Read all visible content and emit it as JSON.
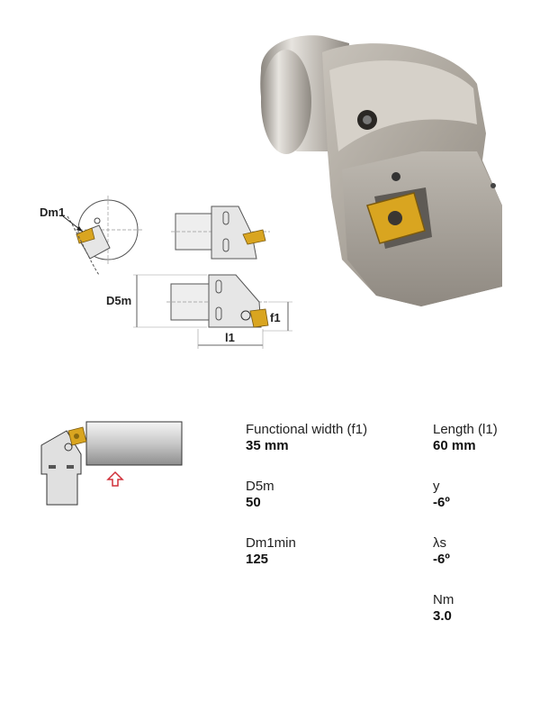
{
  "diagram": {
    "labels": {
      "dm1": "Dm1",
      "d5m": "D5m",
      "f1": "f1",
      "l1": "l1"
    }
  },
  "specs": [
    {
      "label": "Functional width (f1)",
      "value": "35 mm"
    },
    {
      "label": "Length (l1)",
      "value": "60 mm"
    },
    {
      "label": "D5m",
      "value": "50"
    },
    {
      "label": "y",
      "value": "-6º"
    },
    {
      "label": "Dm1min",
      "value": "125"
    },
    {
      "label": "λs",
      "value": "-6º"
    },
    {
      "label": "Nm",
      "value": "3.0"
    }
  ],
  "colors": {
    "insert_gold": "#d9a520",
    "arrow_red": "#d0303a",
    "tool_body": "#a59f96",
    "shank": "#c9c5bf"
  }
}
